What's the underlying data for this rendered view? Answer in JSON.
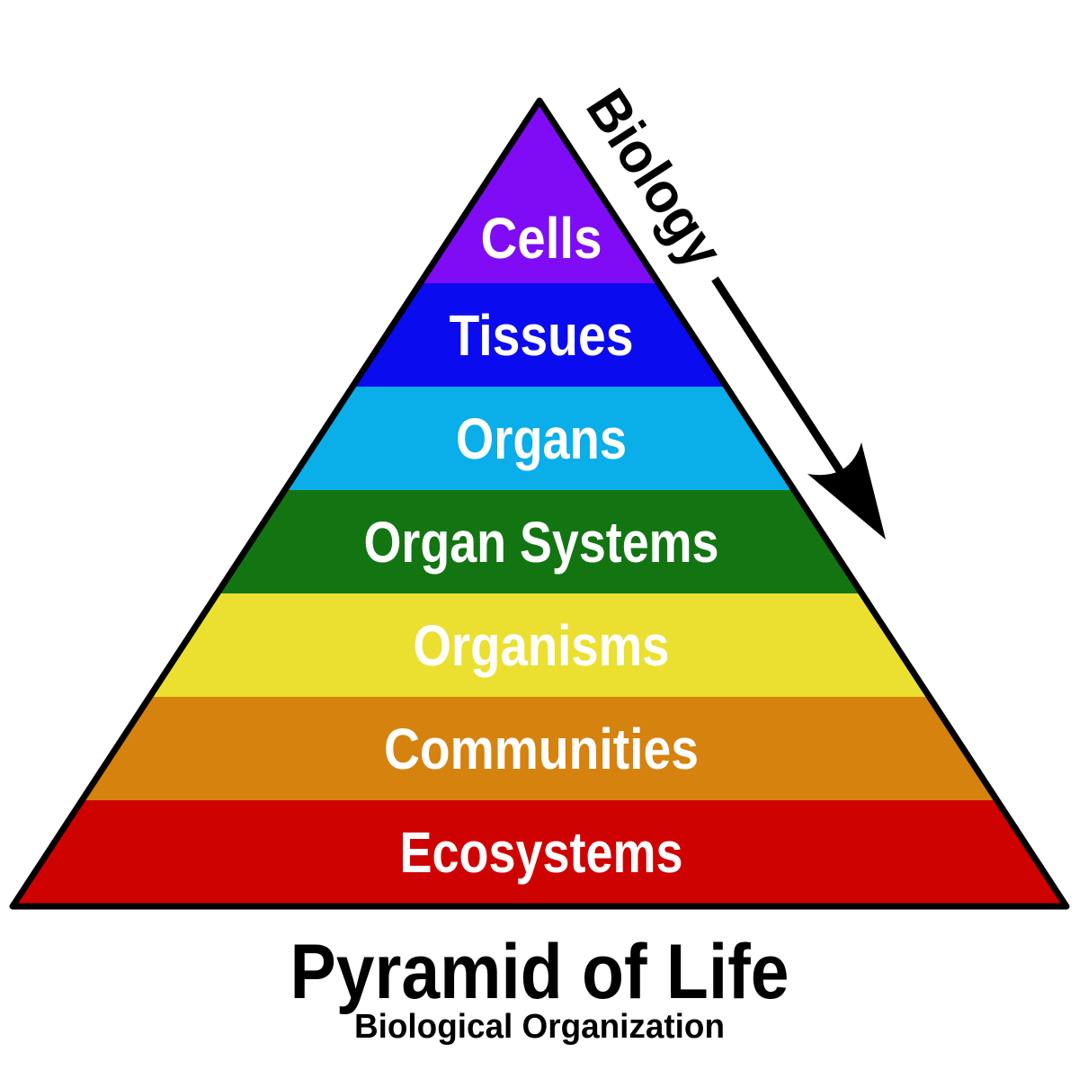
{
  "levels": [
    {
      "label": "Cells",
      "color": "#7f0cf5"
    },
    {
      "label": "Tissues",
      "color": "#0b0bef"
    },
    {
      "label": "Organs",
      "color": "#0aaee9"
    },
    {
      "label": "Organ Systems",
      "color": "#127512"
    },
    {
      "label": "Organisms",
      "color": "#ebe030"
    },
    {
      "label": "Communities",
      "color": "#d6820e"
    },
    {
      "label": "Ecosystems",
      "color": "#cf0202"
    }
  ],
  "arrow_label": "Biology",
  "title": "Pyramid of Life",
  "subtitle": "Biological Organization"
}
